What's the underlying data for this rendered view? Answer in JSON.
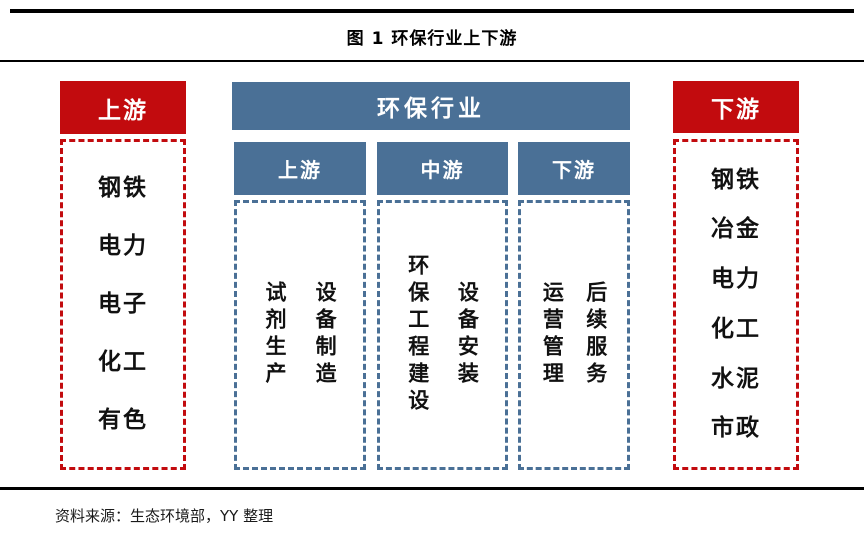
{
  "figure": {
    "title": "图 1 环保行业上下游",
    "source": "资料来源：生态环境部，YY 整理"
  },
  "colors": {
    "red": "#c20b0e",
    "blue": "#4a7096",
    "line": "#000000",
    "text": "#111111"
  },
  "upstream_column": {
    "header": "上游",
    "items": [
      "钢铁",
      "电力",
      "电子",
      "化工",
      "有色"
    ]
  },
  "industry": {
    "header": "环保行业",
    "segments": [
      {
        "header": "上游",
        "items": [
          "试剂生产",
          "设备制造"
        ]
      },
      {
        "header": "中游",
        "items": [
          "环保工程建设",
          "设备安装"
        ]
      },
      {
        "header": "下游",
        "items": [
          "运营管理",
          "后续服务"
        ]
      }
    ]
  },
  "downstream_column": {
    "header": "下游",
    "items": [
      "钢铁",
      "冶金",
      "电力",
      "化工",
      "水泥",
      "市政"
    ]
  }
}
